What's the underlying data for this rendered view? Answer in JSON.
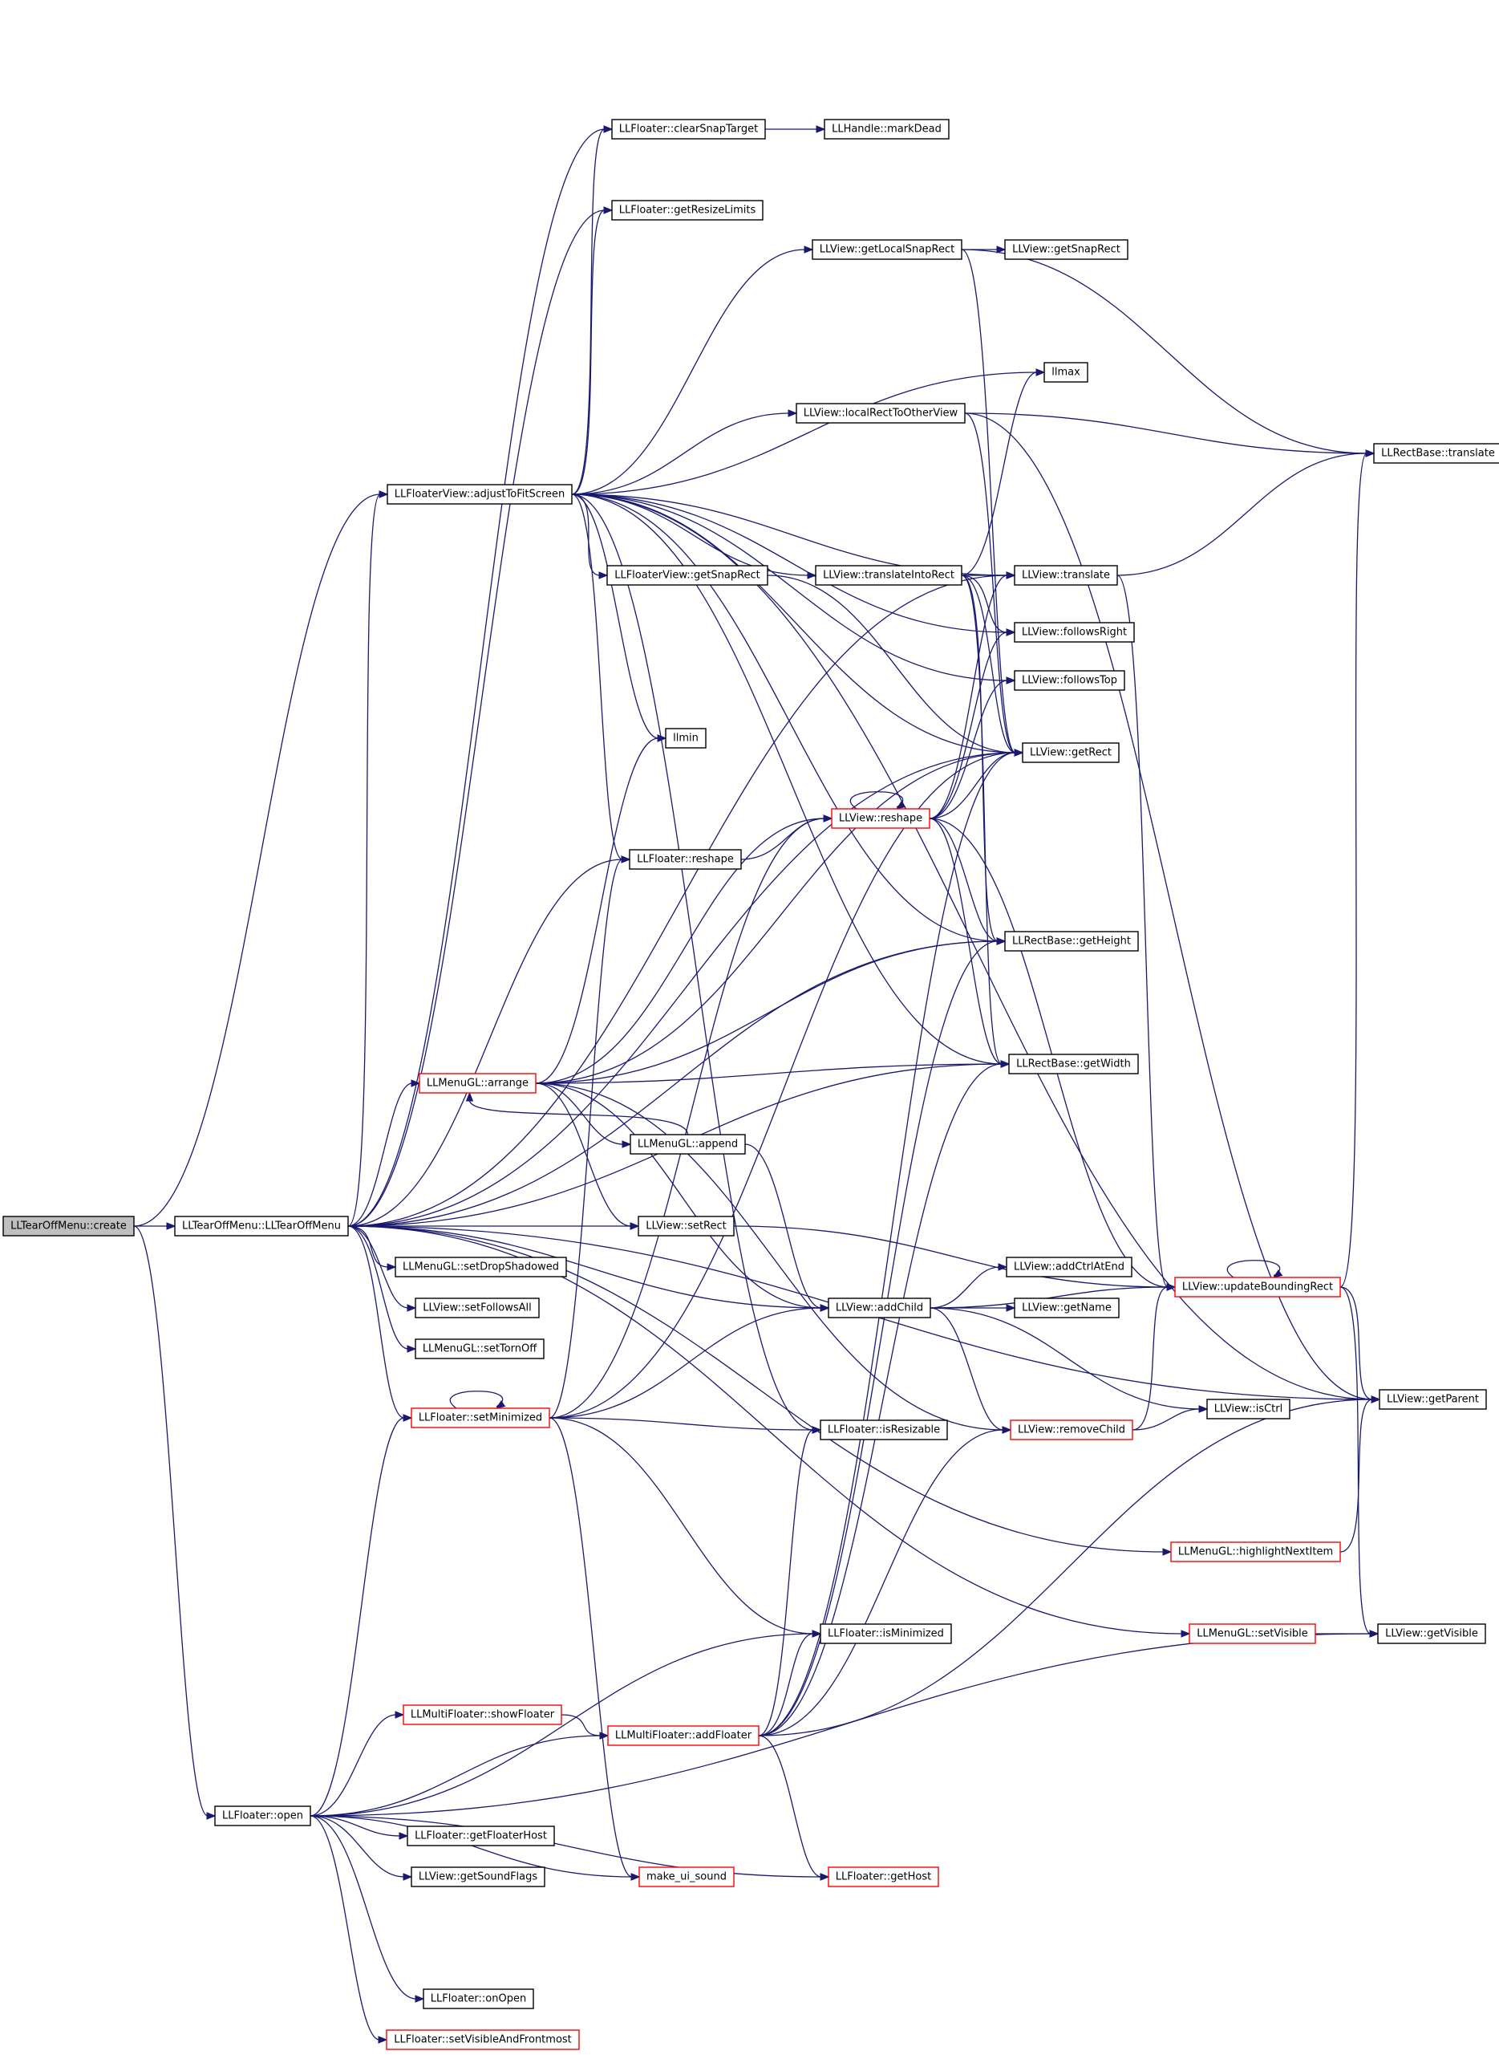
{
  "graph": {
    "edge_color": "#191970",
    "node_border": "#000000",
    "highlight_border": "#ff0000",
    "root_fill": "#bfbfbf",
    "nodes": [
      {
        "id": "create",
        "label": "LLTearOffMenu::create",
        "style": "root"
      },
      {
        "id": "ctor",
        "label": "LLTearOffMenu::LLTearOffMenu"
      },
      {
        "id": "open",
        "label": "LLFloater::open"
      },
      {
        "id": "adjust",
        "label": "LLFloaterView::adjustToFitScreen"
      },
      {
        "id": "clearSnap",
        "label": "LLFloater::clearSnapTarget"
      },
      {
        "id": "markDead",
        "label": "LLHandle::markDead"
      },
      {
        "id": "getResize",
        "label": "LLFloater::getResizeLimits"
      },
      {
        "id": "getLocalSnap",
        "label": "LLView::getLocalSnapRect"
      },
      {
        "id": "getSnapRect",
        "label": "LLView::getSnapRect"
      },
      {
        "id": "llmax",
        "label": "llmax"
      },
      {
        "id": "localRect",
        "label": "LLView::localRectToOtherView"
      },
      {
        "id": "rbTranslate",
        "label": "LLRectBase::translate"
      },
      {
        "id": "fvGetSnap",
        "label": "LLFloaterView::getSnapRect"
      },
      {
        "id": "translateInto",
        "label": "LLView::translateIntoRect"
      },
      {
        "id": "vTranslate",
        "label": "LLView::translate"
      },
      {
        "id": "followsRight",
        "label": "LLView::followsRight"
      },
      {
        "id": "followsTop",
        "label": "LLView::followsTop"
      },
      {
        "id": "llmin",
        "label": "llmin"
      },
      {
        "id": "getRect",
        "label": "LLView::getRect"
      },
      {
        "id": "vReshape",
        "label": "LLView::reshape",
        "style": "red"
      },
      {
        "id": "fReshape",
        "label": "LLFloater::reshape"
      },
      {
        "id": "getHeight",
        "label": "LLRectBase::getHeight"
      },
      {
        "id": "arrange",
        "label": "LLMenuGL::arrange",
        "style": "red"
      },
      {
        "id": "getWidth",
        "label": "LLRectBase::getWidth"
      },
      {
        "id": "append",
        "label": "LLMenuGL::append"
      },
      {
        "id": "setRect",
        "label": "LLView::setRect"
      },
      {
        "id": "setDrop",
        "label": "LLMenuGL::setDropShadowed"
      },
      {
        "id": "setFollows",
        "label": "LLView::setFollowsAll"
      },
      {
        "id": "setTornOff",
        "label": "LLMenuGL::setTornOff"
      },
      {
        "id": "addChild",
        "label": "LLView::addChild"
      },
      {
        "id": "addCtrlAtEnd",
        "label": "LLView::addCtrlAtEnd"
      },
      {
        "id": "getName",
        "label": "LLView::getName"
      },
      {
        "id": "updateBR",
        "label": "LLView::updateBoundingRect",
        "style": "red"
      },
      {
        "id": "setMin",
        "label": "LLFloater::setMinimized",
        "style": "red"
      },
      {
        "id": "isResizable",
        "label": "LLFloater::isResizable"
      },
      {
        "id": "removeChild",
        "label": "LLView::removeChild",
        "style": "red"
      },
      {
        "id": "isCtrl",
        "label": "LLView::isCtrl"
      },
      {
        "id": "getParent",
        "label": "LLView::getParent"
      },
      {
        "id": "highlight",
        "label": "LLMenuGL::highlightNextItem",
        "style": "red"
      },
      {
        "id": "setVisible",
        "label": "LLMenuGL::setVisible",
        "style": "red"
      },
      {
        "id": "getVisible",
        "label": "LLView::getVisible"
      },
      {
        "id": "isMin",
        "label": "LLFloater::isMinimized"
      },
      {
        "id": "showFloater",
        "label": "LLMultiFloater::showFloater",
        "style": "red"
      },
      {
        "id": "addFloater",
        "label": "LLMultiFloater::addFloater",
        "style": "red"
      },
      {
        "id": "getFloaterHost",
        "label": "LLFloater::getFloaterHost"
      },
      {
        "id": "getSound",
        "label": "LLView::getSoundFlags"
      },
      {
        "id": "makeSound",
        "label": "make_ui_sound",
        "style": "red"
      },
      {
        "id": "getHost",
        "label": "LLFloater::getHost",
        "style": "red"
      },
      {
        "id": "onOpen",
        "label": "LLFloater::onOpen"
      },
      {
        "id": "setVisFront",
        "label": "LLFloater::setVisibleAndFrontmost",
        "style": "red"
      }
    ],
    "edges": [
      [
        "create",
        "ctor"
      ],
      [
        "create",
        "adjust"
      ],
      [
        "create",
        "open"
      ],
      [
        "ctor",
        "adjust"
      ],
      [
        "ctor",
        "arrange"
      ],
      [
        "ctor",
        "setRect"
      ],
      [
        "ctor",
        "setDrop"
      ],
      [
        "ctor",
        "setFollows"
      ],
      [
        "ctor",
        "setTornOff"
      ],
      [
        "ctor",
        "fReshape"
      ],
      [
        "ctor",
        "getRect"
      ],
      [
        "ctor",
        "getHeight"
      ],
      [
        "ctor",
        "getWidth"
      ],
      [
        "ctor",
        "addChild"
      ],
      [
        "ctor",
        "setMin"
      ],
      [
        "ctor",
        "getParent"
      ],
      [
        "ctor",
        "highlight"
      ],
      [
        "ctor",
        "setVisible"
      ],
      [
        "ctor",
        "vTranslate"
      ],
      [
        "ctor",
        "clearSnap"
      ],
      [
        "ctor",
        "getResize"
      ],
      [
        "adjust",
        "clearSnap"
      ],
      [
        "adjust",
        "getResize"
      ],
      [
        "adjust",
        "getLocalSnap"
      ],
      [
        "adjust",
        "llmax"
      ],
      [
        "adjust",
        "localRect"
      ],
      [
        "adjust",
        "fvGetSnap"
      ],
      [
        "adjust",
        "translateInto"
      ],
      [
        "adjust",
        "vTranslate"
      ],
      [
        "adjust",
        "followsRight"
      ],
      [
        "adjust",
        "followsTop"
      ],
      [
        "adjust",
        "llmin"
      ],
      [
        "adjust",
        "getRect"
      ],
      [
        "adjust",
        "fReshape"
      ],
      [
        "adjust",
        "getHeight"
      ],
      [
        "adjust",
        "getWidth"
      ],
      [
        "adjust",
        "getParent"
      ],
      [
        "adjust",
        "isResizable"
      ],
      [
        "clearSnap",
        "markDead"
      ],
      [
        "getLocalSnap",
        "getSnapRect"
      ],
      [
        "getLocalSnap",
        "rbTranslate"
      ],
      [
        "getLocalSnap",
        "getRect"
      ],
      [
        "localRect",
        "rbTranslate"
      ],
      [
        "localRect",
        "getRect"
      ],
      [
        "localRect",
        "getParent"
      ],
      [
        "fvGetSnap",
        "getRect"
      ],
      [
        "translateInto",
        "llmax"
      ],
      [
        "translateInto",
        "vTranslate"
      ],
      [
        "translateInto",
        "getRect"
      ],
      [
        "translateInto",
        "getHeight"
      ],
      [
        "translateInto",
        "getWidth"
      ],
      [
        "translateInto",
        "followsRight"
      ],
      [
        "vTranslate",
        "rbTranslate"
      ],
      [
        "vTranslate",
        "updateBR"
      ],
      [
        "fReshape",
        "vReshape"
      ],
      [
        "vReshape",
        "vReshape"
      ],
      [
        "vReshape",
        "getRect"
      ],
      [
        "vReshape",
        "vTranslate"
      ],
      [
        "vReshape",
        "followsRight"
      ],
      [
        "vReshape",
        "followsTop"
      ],
      [
        "vReshape",
        "getHeight"
      ],
      [
        "vReshape",
        "getWidth"
      ],
      [
        "vReshape",
        "updateBR"
      ],
      [
        "arrange",
        "llmin"
      ],
      [
        "arrange",
        "vReshape"
      ],
      [
        "arrange",
        "getRect"
      ],
      [
        "arrange",
        "getHeight"
      ],
      [
        "arrange",
        "getWidth"
      ],
      [
        "arrange",
        "append"
      ],
      [
        "arrange",
        "setRect"
      ],
      [
        "arrange",
        "addChild"
      ],
      [
        "arrange",
        "removeChild"
      ],
      [
        "append",
        "arrange"
      ],
      [
        "append",
        "addChild"
      ],
      [
        "setRect",
        "updateBR"
      ],
      [
        "addChild",
        "addCtrlAtEnd"
      ],
      [
        "addChild",
        "getName"
      ],
      [
        "addChild",
        "updateBR"
      ],
      [
        "addChild",
        "isCtrl"
      ],
      [
        "addChild",
        "removeChild"
      ],
      [
        "updateBR",
        "updateBR"
      ],
      [
        "updateBR",
        "rbTranslate"
      ],
      [
        "updateBR",
        "getParent"
      ],
      [
        "updateBR",
        "getVisible"
      ],
      [
        "setMin",
        "setMin"
      ],
      [
        "setMin",
        "fReshape"
      ],
      [
        "setMin",
        "vReshape"
      ],
      [
        "setMin",
        "isResizable"
      ],
      [
        "setMin",
        "getRect"
      ],
      [
        "setMin",
        "isMin"
      ],
      [
        "setMin",
        "addChild"
      ],
      [
        "setMin",
        "makeSound"
      ],
      [
        "removeChild",
        "isCtrl"
      ],
      [
        "removeChild",
        "updateBR"
      ],
      [
        "highlight",
        "getParent"
      ],
      [
        "setVisible",
        "getVisible"
      ],
      [
        "open",
        "setMin"
      ],
      [
        "open",
        "showFloater"
      ],
      [
        "open",
        "addFloater"
      ],
      [
        "open",
        "isMin"
      ],
      [
        "open",
        "getFloaterHost"
      ],
      [
        "open",
        "getSound"
      ],
      [
        "open",
        "makeSound"
      ],
      [
        "open",
        "getHost"
      ],
      [
        "open",
        "onOpen"
      ],
      [
        "open",
        "setVisFront"
      ],
      [
        "open",
        "getVisible"
      ],
      [
        "showFloater",
        "addFloater"
      ],
      [
        "addFloater",
        "isMin"
      ],
      [
        "addFloater",
        "isResizable"
      ],
      [
        "addFloater",
        "getRect"
      ],
      [
        "addFloater",
        "getHeight"
      ],
      [
        "addFloater",
        "getWidth"
      ],
      [
        "addFloater",
        "removeChild"
      ],
      [
        "addFloater",
        "getParent"
      ],
      [
        "addFloater",
        "getHost"
      ]
    ]
  }
}
